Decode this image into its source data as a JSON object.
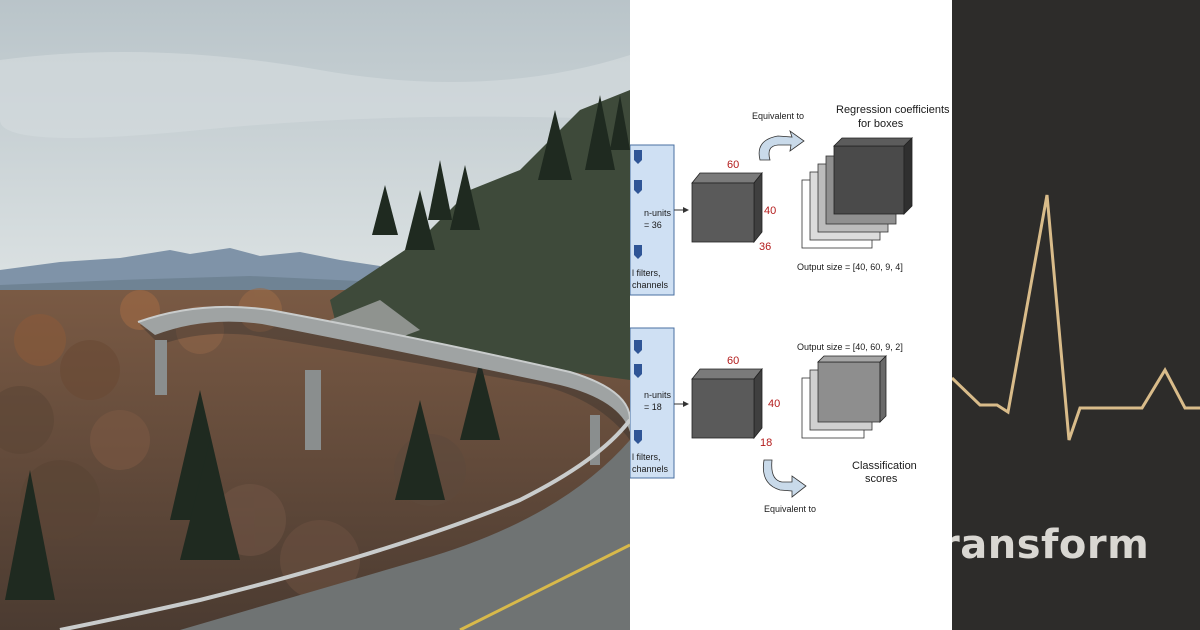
{
  "diagram": {
    "top_label": "Equivalent to",
    "top_title": [
      "Regression coefficients",
      "for boxes"
    ],
    "top_box_dims": [
      "60",
      "40",
      "36"
    ],
    "top_output": "Output size = [40, 60, 9, 4]",
    "top_units": [
      "n-units",
      "= 36"
    ],
    "top_filters": [
      "l filters,",
      "channels"
    ],
    "bottom_output": "Output size = [40, 60, 9, 2]",
    "bottom_box_dims": [
      "60",
      "40",
      "18"
    ],
    "bottom_units": [
      "n-units",
      "= 18"
    ],
    "bottom_filters": [
      "l filters,",
      "channels"
    ],
    "bottom_title": [
      "Classification",
      "scores"
    ],
    "bottom_label": "Equivalent to"
  },
  "ecg": {
    "word": "ransform",
    "line_color": "#d9bc8a"
  },
  "colors": {
    "sky": "#c9d1d4",
    "mountain": "#7f93a8",
    "forest": "#2f3a2c",
    "road": "#7a7d7d",
    "ecg_bg": "#2d2c2a",
    "panel_blue": "#cfe0f3",
    "box_dark": "#555555"
  }
}
